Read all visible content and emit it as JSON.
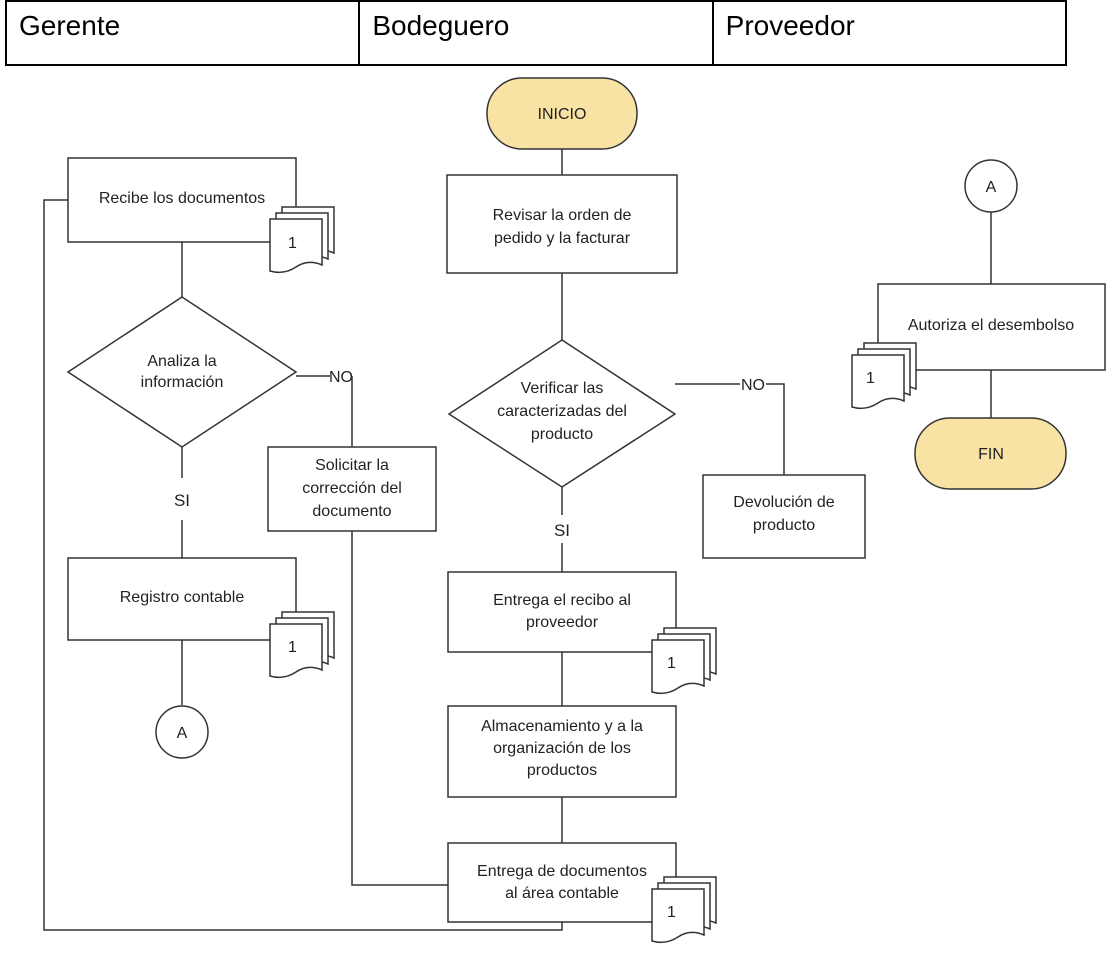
{
  "lanes": [
    "Gerente",
    "Bodeguero",
    "Proveedor"
  ],
  "nodes": {
    "inicio": "INICIO",
    "fin": "FIN",
    "recibe": [
      "Recibe los documentos"
    ],
    "analiza": [
      "Analiza la",
      "información"
    ],
    "solicitar": [
      "Solicitar la",
      "corrección del",
      "documento"
    ],
    "registro": [
      "Registro contable"
    ],
    "revisar": [
      "Revisar la orden de",
      "pedido y la facturar"
    ],
    "verificar": [
      "Verificar las",
      "caracterizadas del",
      "producto"
    ],
    "devolucion": [
      "Devolución de",
      "producto"
    ],
    "entrega_recibo": [
      "Entrega el recibo al",
      "proveedor"
    ],
    "almacenamiento": [
      "Almacenamiento y a la",
      "organización de los",
      "productos"
    ],
    "entrega_docs": [
      "Entrega de documentos",
      "al área contable"
    ],
    "autoriza": [
      "Autoriza el desembolso"
    ],
    "connector": "A",
    "doc_number": "1"
  },
  "edge_labels": {
    "no": "NO",
    "si": "SI"
  },
  "colors": {
    "terminal_fill": "#f8e3a4",
    "line": "#333333"
  }
}
